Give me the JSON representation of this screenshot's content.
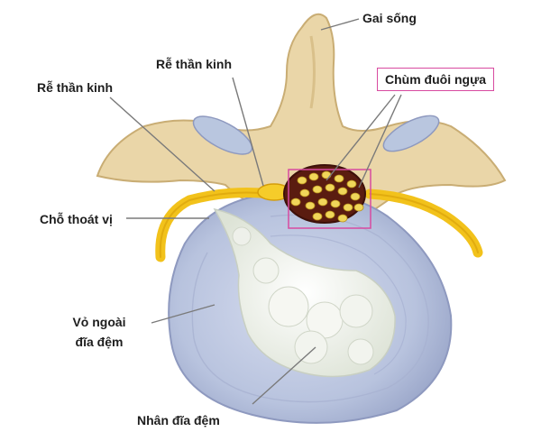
{
  "diagram": {
    "labels": {
      "spinous_process": "Gai sống",
      "nerve_root_top": "Rễ thần kinh",
      "nerve_root_left": "Rễ thần kinh",
      "cauda_equina": "Chùm đuôi ngựa",
      "herniation": "Chỗ thoát vị",
      "annulus_line1": "Vỏ ngoài",
      "annulus_line2": "đĩa đệm",
      "nucleus": "Nhân đĩa đệm"
    },
    "colors": {
      "bone": "#ead6a8",
      "bone_shadow": "#c9ad74",
      "nerve": "#f2c21b",
      "disc": "#b8c3de",
      "disc_edge": "#8e99bf",
      "nucleus": "#eef0ea",
      "canal": "#5a1c10",
      "highlight_box": "#d84aa0",
      "leader_line": "#7a7a7a"
    }
  }
}
